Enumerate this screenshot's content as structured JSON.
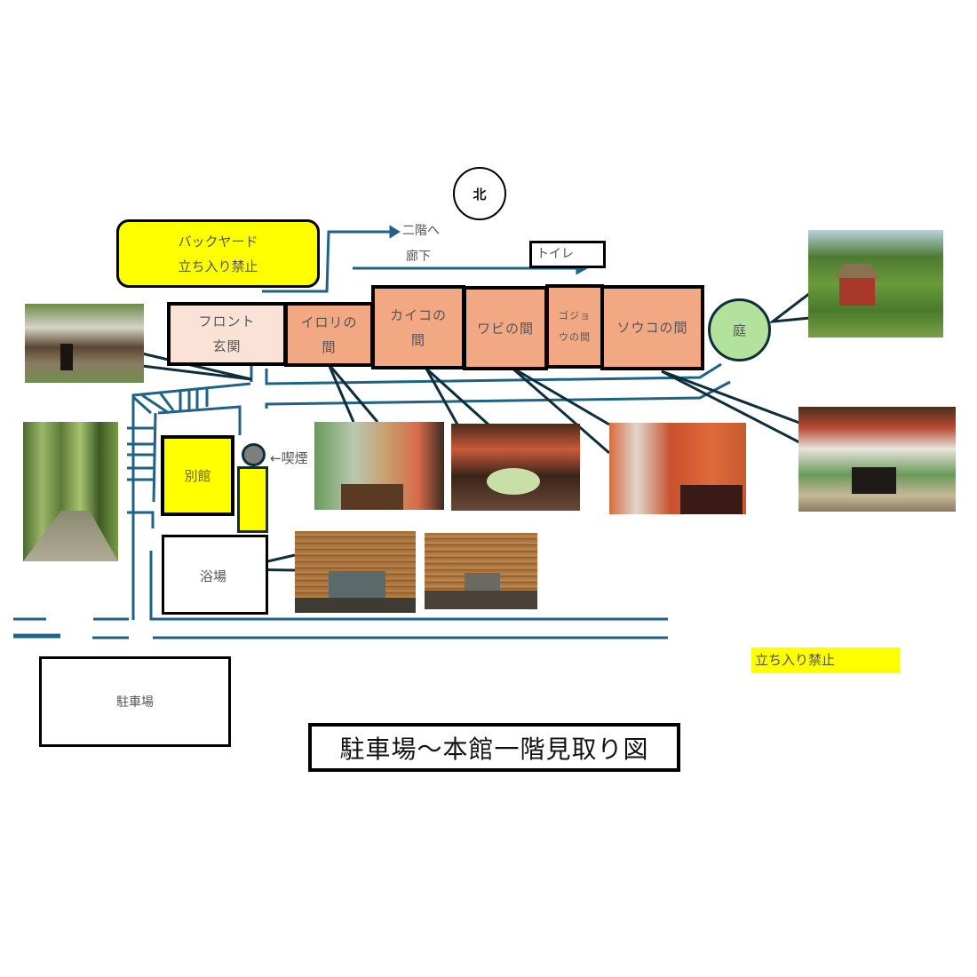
{
  "title": "駐車場〜本館一階見取り図",
  "compass": {
    "label": "北"
  },
  "backyard": {
    "line1": "バックヤード",
    "line2": "立ち入り禁止",
    "color": "#ffff00"
  },
  "labels": {
    "to_second_floor": "二階へ",
    "corridor": "廊下",
    "toilet": "トイレ",
    "smoking": "←喫煙",
    "annex": "別館",
    "bath": "浴場",
    "parking": "駐車場",
    "no_entry_legend": "立ち入り禁止",
    "garden": "庭"
  },
  "rooms": [
    {
      "id": "front",
      "label": "フロント\n玄関",
      "color": "#fbe2d6"
    },
    {
      "id": "irori",
      "label": "イロリの\n間",
      "color": "#f2a883"
    },
    {
      "id": "kaiko",
      "label": "カイコの\n間",
      "color": "#f2a883"
    },
    {
      "id": "wabi",
      "label": "ワビの間",
      "color": "#f2a883"
    },
    {
      "id": "gojo",
      "label": "ゴジョ\nウの間",
      "color": "#f2a883"
    },
    {
      "id": "souko",
      "label": "ソウコの間",
      "color": "#f2a883"
    }
  ],
  "photos": [
    {
      "id": "entrance-photo",
      "subject": "traditional house entrance"
    },
    {
      "id": "bamboo-path-photo",
      "subject": "bamboo forest path"
    },
    {
      "id": "irori-room-photo",
      "subject": "room with sunken hearth"
    },
    {
      "id": "kaiko-room-photo",
      "subject": "dining room with round table"
    },
    {
      "id": "wabi-room-photo",
      "subject": "red-walled room"
    },
    {
      "id": "souko-room-photo",
      "subject": "tatami room with garden windows"
    },
    {
      "id": "garden-photo",
      "subject": "garden with thatched hut"
    },
    {
      "id": "bath-photo-1",
      "subject": "wooden bathhouse"
    },
    {
      "id": "bath-photo-2",
      "subject": "wooden bathhouse corridor"
    }
  ],
  "colors": {
    "path_lines": "#1e6385",
    "pointer_lines": "#0f2e3c",
    "room_fill": "#f2a883",
    "front_fill": "#fbe2d6",
    "garden_fill": "#b3e29c",
    "restricted": "#ffff00"
  }
}
